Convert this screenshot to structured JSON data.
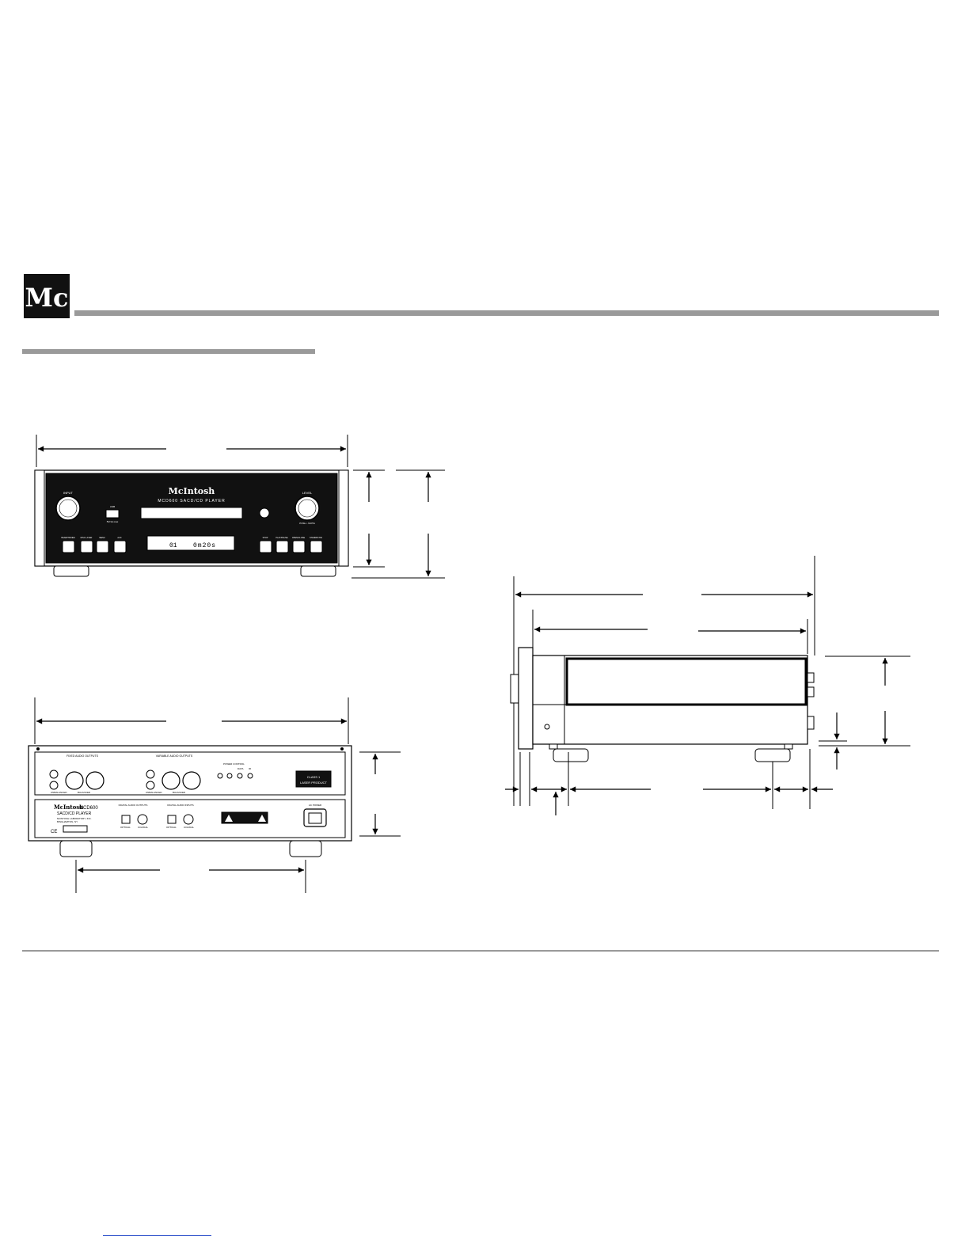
{
  "logo": {
    "letters": "Mc"
  },
  "front_panel": {
    "brand": "McIntosh",
    "model_line": "MCD600 SACD/CD PLAYER",
    "input_label": "INPUT",
    "level_label": "LEVEL",
    "usb_label": "USB",
    "usb_sub": "5V/1A max",
    "power_mute_label": "PUSH - MUTE",
    "display_track": "01",
    "display_time": "0m20s",
    "left_buttons": [
      "HEADPHONES",
      "DISC LAYER",
      "MENU",
      "AUX"
    ],
    "right_buttons": [
      "STOP",
      "PLAY/PAUSE",
      "OPEN/CLOSE",
      "STANDBY/ON"
    ]
  },
  "rear_panel": {
    "fixed_outputs_label": "FIXED AUDIO OUTPUTS",
    "variable_outputs_label": "VARIABLE AUDIO OUTPUTS",
    "unbalanced_label": "UNBALANCED",
    "balanced_label": "BALANCED",
    "power_control_label": "POWER CONTROL",
    "data_label": "DATA",
    "ir_label": "IR",
    "laser_line1": "CLASS 1",
    "laser_line2": "LASER PRODUCT",
    "brand": "McIntosh",
    "model": "MCD600",
    "product": "SACD/CD PLAYER",
    "maker": "McINTOSH LABORATORY, INC.",
    "city": "BINGHAMTON, NY",
    "digital_outputs_label": "DIGITAL AUDIO OUTPUTS",
    "digital_inputs_label": "DIGITAL AUDIO INPUTS",
    "optical_label": "OPTICAL",
    "coaxial_label": "COAXIAL",
    "ac_label": "AC POWER",
    "ce_mark": "CE"
  }
}
